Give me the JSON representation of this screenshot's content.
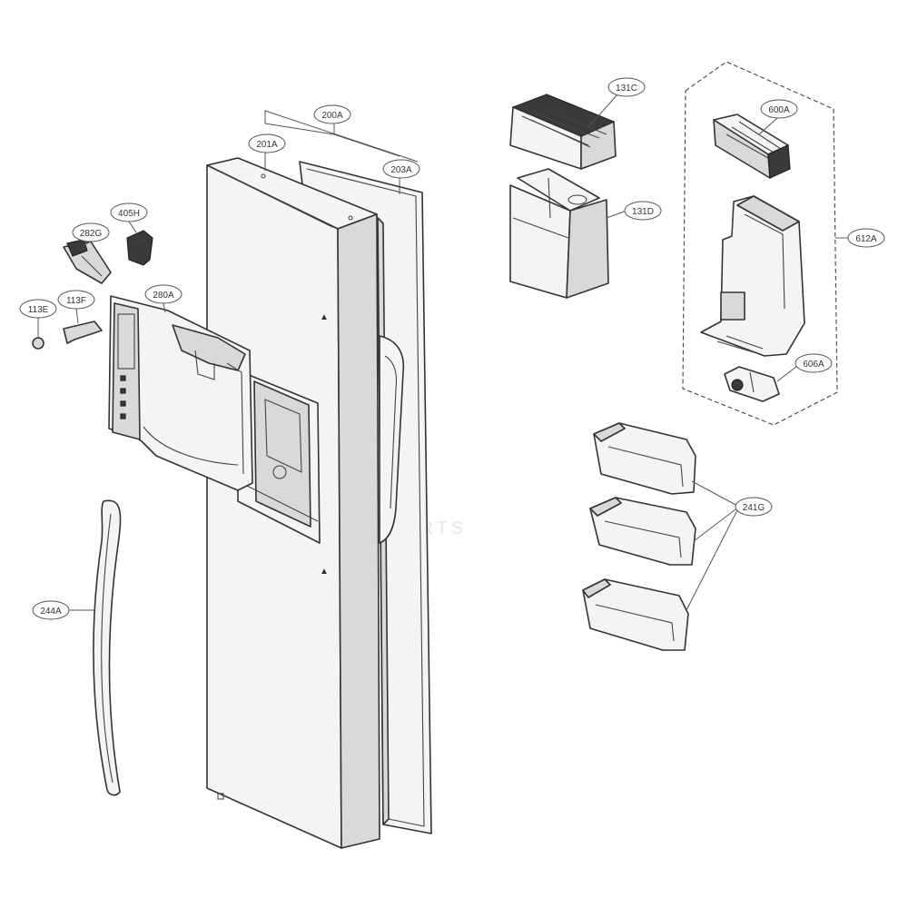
{
  "watermark": "EASYPARTS",
  "callouts": [
    {
      "id": "200A",
      "label": "200A"
    },
    {
      "id": "201A",
      "label": "201A"
    },
    {
      "id": "203A",
      "label": "203A"
    },
    {
      "id": "131C",
      "label": "131C"
    },
    {
      "id": "131D",
      "label": "131D"
    },
    {
      "id": "600A",
      "label": "600A"
    },
    {
      "id": "612A",
      "label": "612A"
    },
    {
      "id": "606A",
      "label": "606A"
    },
    {
      "id": "405H",
      "label": "405H"
    },
    {
      "id": "282G",
      "label": "282G"
    },
    {
      "id": "280A",
      "label": "280A"
    },
    {
      "id": "113E",
      "label": "113E"
    },
    {
      "id": "113F",
      "label": "113F"
    },
    {
      "id": "241G",
      "label": "241G"
    },
    {
      "id": "244A",
      "label": "244A"
    }
  ]
}
